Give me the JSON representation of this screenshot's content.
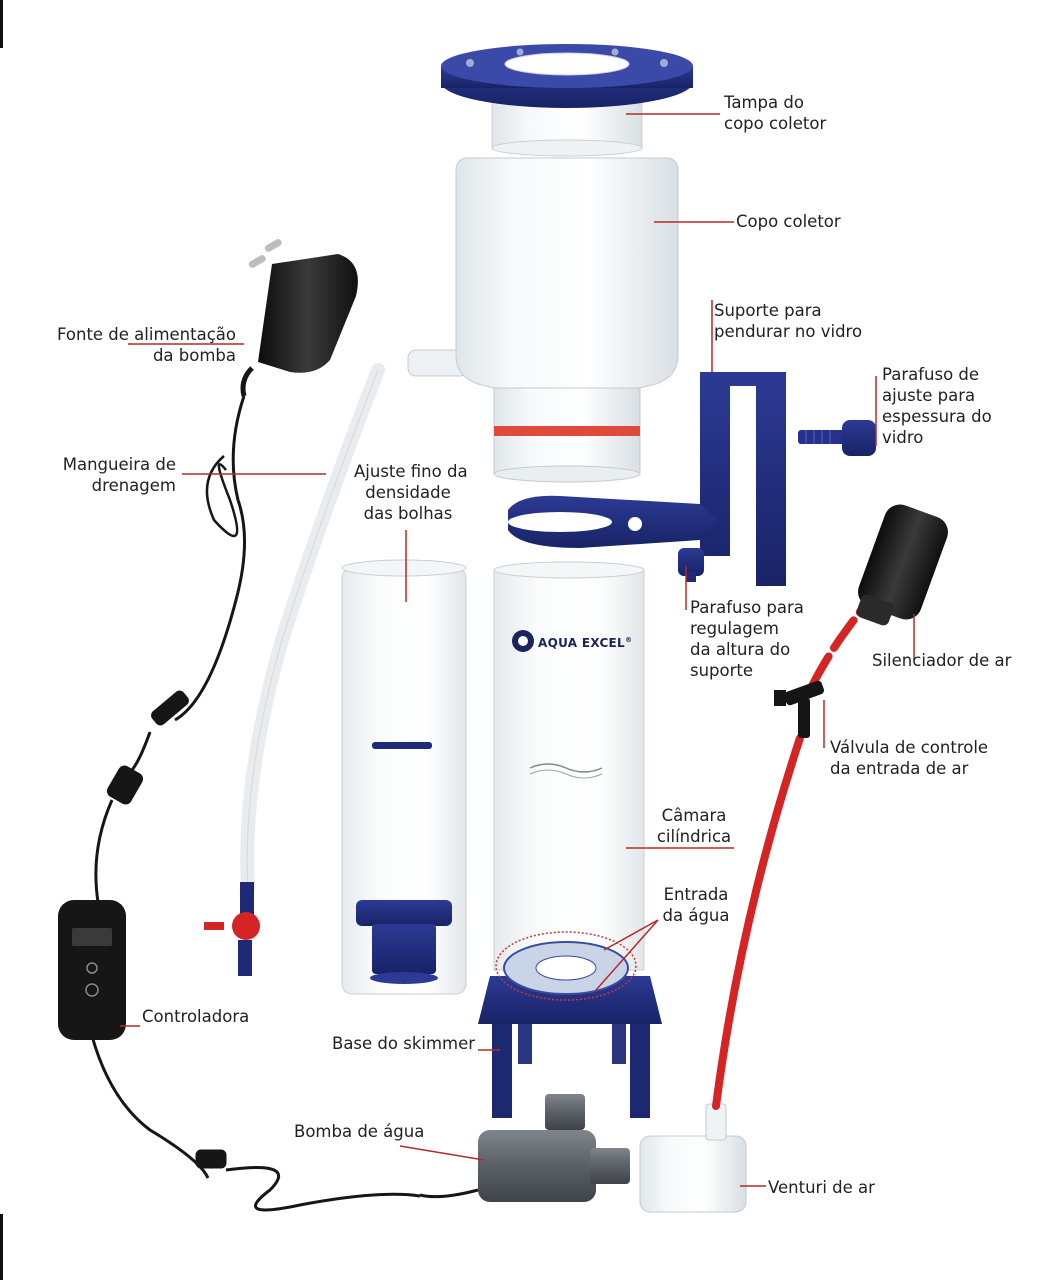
{
  "brand": {
    "logo_text": "AQUA EXCEL",
    "logo_mark": "®"
  },
  "colors": {
    "navy": "#1e2a78",
    "tube_red": "#d42424",
    "leader_red": "#b52a2a",
    "cable_black": "#161616",
    "pump_gray": "#5b5f66"
  },
  "labels": {
    "tampa": [
      "Tampa do",
      "copo coletor"
    ],
    "copo": [
      "Copo coletor"
    ],
    "suporte": [
      "Suporte para",
      "pendurar no vidro"
    ],
    "parafuso_ajuste": [
      "Parafuso de",
      "ajuste para",
      "espessura do",
      "vidro"
    ],
    "fonte": [
      "Fonte de alimentação",
      "da bomba"
    ],
    "mangueira": [
      "Mangueira de",
      "drenagem"
    ],
    "ajuste_fino": [
      "Ajuste fino da",
      "densidade",
      "das bolhas"
    ],
    "parafuso_regulagem": [
      "Parafuso para",
      "regulagem",
      "da altura do",
      "suporte"
    ],
    "silenciador": [
      "Silenciador de ar"
    ],
    "valvula": [
      "Válvula de controle",
      "da entrada de ar"
    ],
    "camara": [
      "Câmara",
      "cilíndrica"
    ],
    "entrada": [
      "Entrada",
      "da água"
    ],
    "controladora": [
      "Controladora"
    ],
    "base": [
      "Base do skimmer"
    ],
    "bomba": [
      "Bomba de água"
    ],
    "venturi": [
      "Venturi de ar"
    ]
  }
}
